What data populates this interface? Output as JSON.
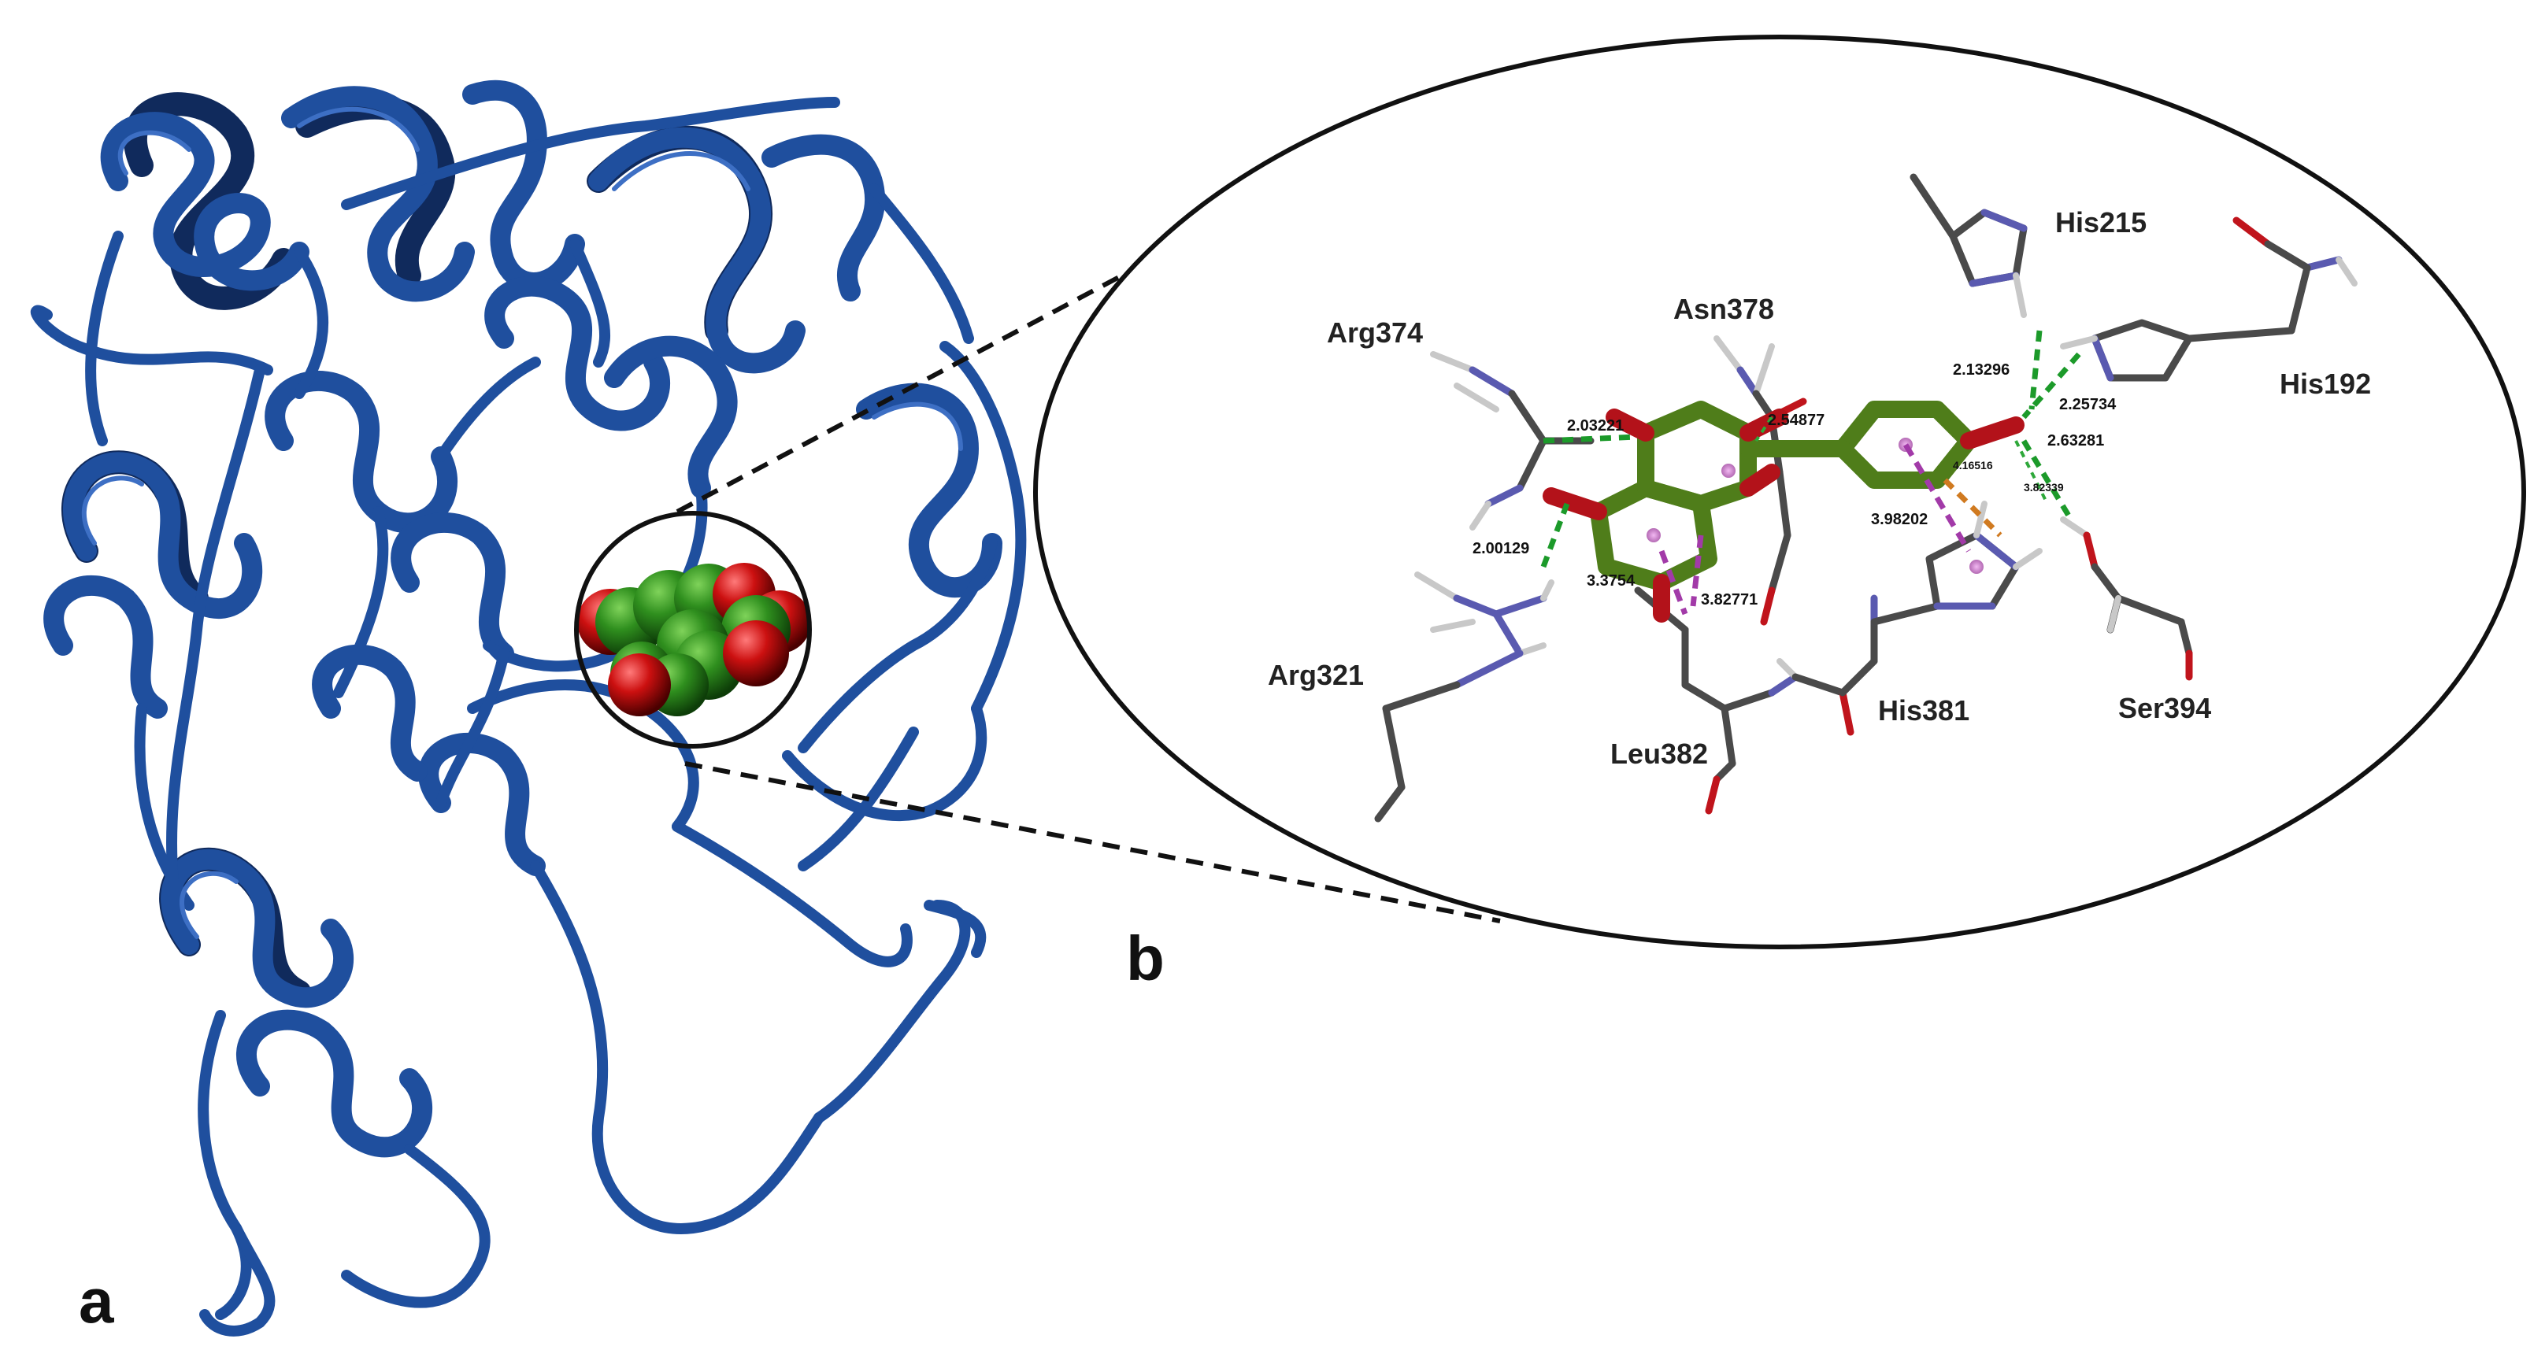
{
  "panels": {
    "a": {
      "letter": "a"
    },
    "b": {
      "letter": "b"
    }
  },
  "residues": {
    "his215": "His215",
    "arg374": "Arg374",
    "asn378": "Asn378",
    "his192": "His192",
    "arg321": "Arg321",
    "leu382": "Leu382",
    "his381": "His381",
    "ser394": "Ser394"
  },
  "distances": {
    "d_2_03221": "2.03221",
    "d_2_54877": "2.54877",
    "d_2_13296": "2.13296",
    "d_2_25734": "2.25734",
    "d_2_63281": "2.63281",
    "d_4_16516": "4.16516",
    "d_3_82339": "3.82339",
    "d_3_98202": "3.98202",
    "d_2_00129": "2.00129",
    "d_3_3754": "3.3754",
    "d_3_82771": "3.82771"
  },
  "colors": {
    "ribbon": "#1f4f9e",
    "ligand_carbon": "#3a8a1e",
    "oxygen": "#c0141c",
    "nitrogen": "#5a5ab0",
    "h_bond": "#1c9a2a",
    "pi_interaction": "#a23aa8"
  }
}
